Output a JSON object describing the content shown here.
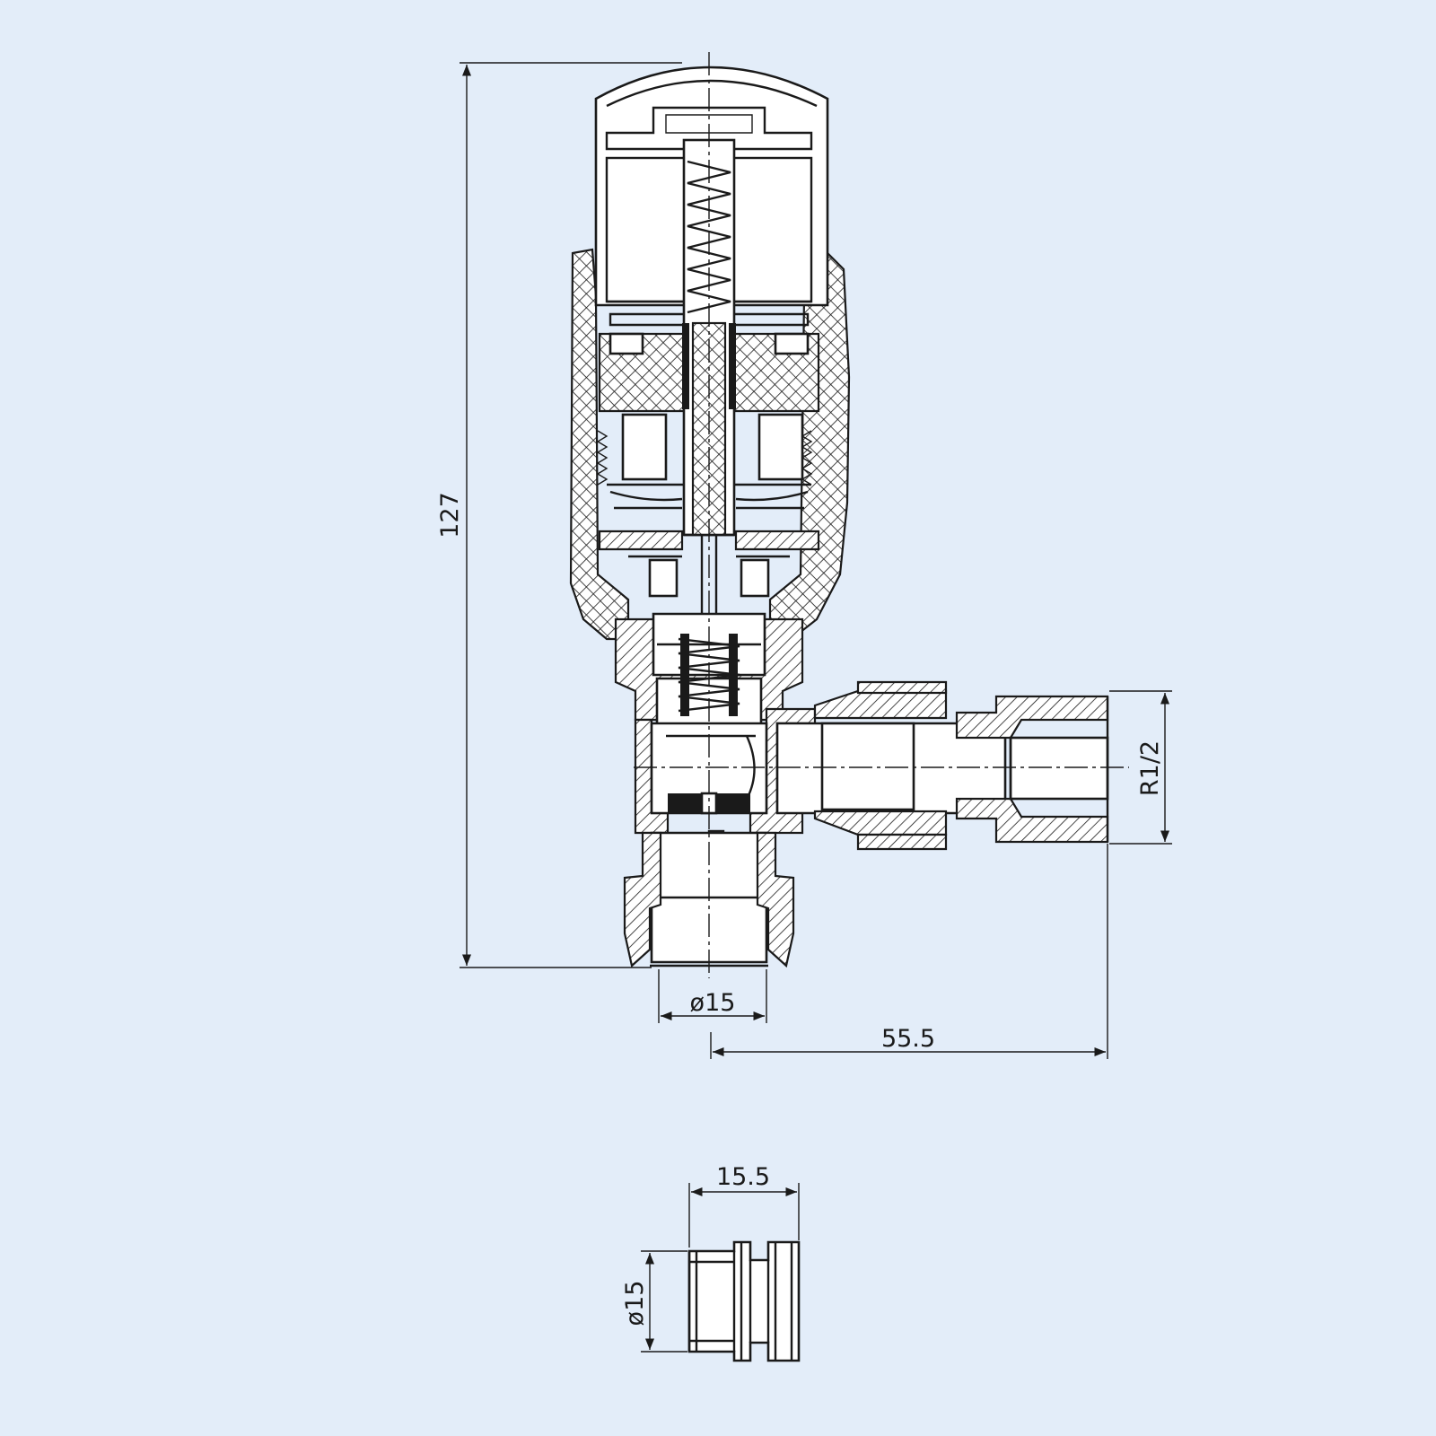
{
  "dimensions": {
    "overall_height": "127",
    "inlet_diameter": "ø15",
    "outlet_offset": "55.5",
    "outlet_thread": "R1/2",
    "tail_length": "15.5",
    "tail_diameter": "ø15"
  },
  "colors": {
    "background": "#e3edf9",
    "line": "#1a1a1a",
    "part_fill": "#ffffff"
  }
}
